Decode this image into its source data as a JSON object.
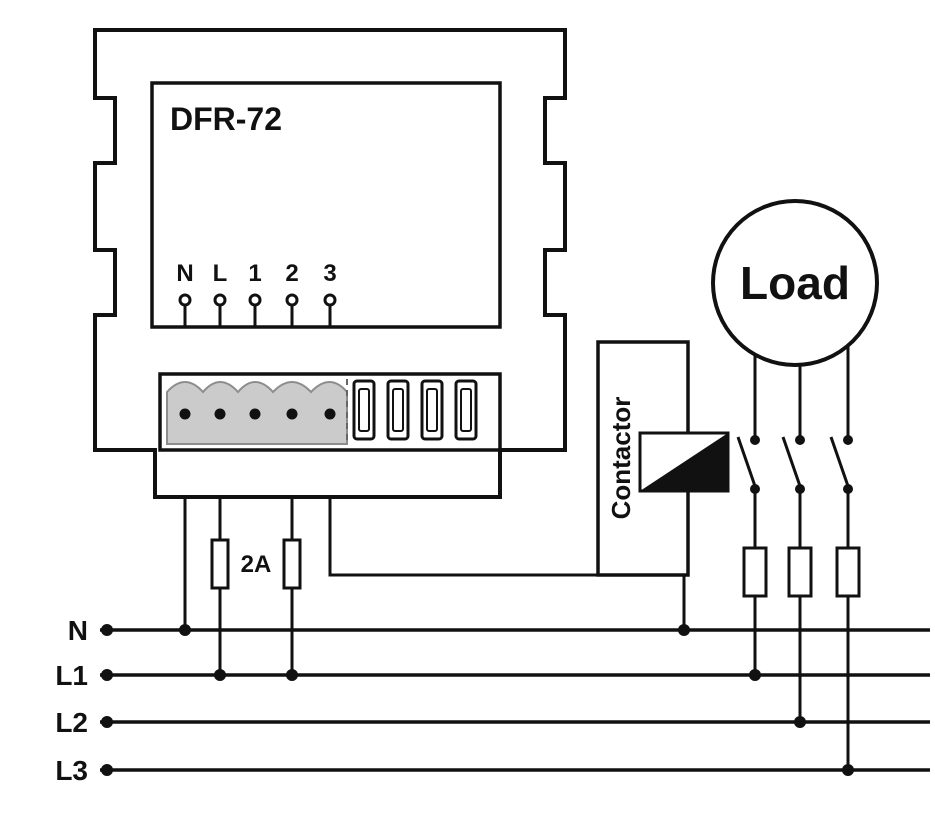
{
  "device": {
    "model": "DFR-72",
    "terminals": [
      "N",
      "L",
      "1",
      "2",
      "3"
    ]
  },
  "fuse_label": "2A",
  "contactor_label": "Contactor",
  "load_label": "Load",
  "bus_labels": [
    "N",
    "L1",
    "L2",
    "L3"
  ],
  "colors": {
    "line": "#111111",
    "terminal_clamp_fill": "#cbcbcb",
    "coil_fill": "#111111",
    "background": "#ffffff"
  }
}
